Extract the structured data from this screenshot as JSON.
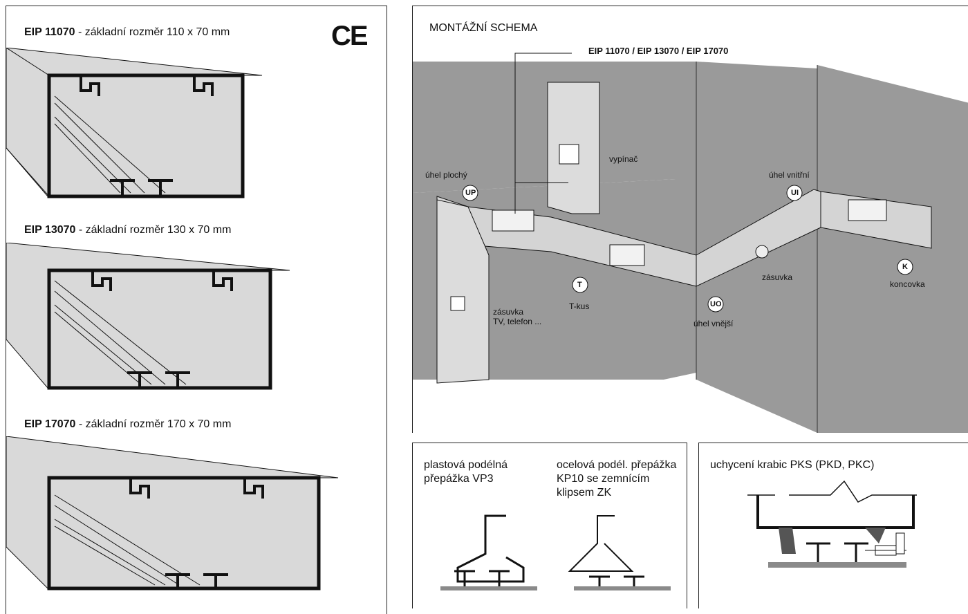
{
  "ce_mark": "CE",
  "profiles": [
    {
      "code": "EIP 11070",
      "desc": " - základní rozměr 110 x 70 mm"
    },
    {
      "code": "EIP 13070",
      "desc": " - základní rozměr 130 x 70 mm"
    },
    {
      "code": "EIP 17070",
      "desc": " - základní rozměr 170 x 70 mm"
    }
  ],
  "schema": {
    "title": "MONTÁŽNÍ SCHEMA",
    "models": "EIP 11070 / EIP 13070 / EIP 17070",
    "switch_label": "vypínač",
    "flat_angle": {
      "code": "UP",
      "label": "úhel plochý"
    },
    "inner_angle": {
      "code": "UI",
      "label": "úhel vnitřní"
    },
    "outer_angle": {
      "code": "UO",
      "label": "úhel vnější"
    },
    "t_piece": {
      "code": "T",
      "label": "T-kus"
    },
    "end_cap": {
      "code": "K",
      "label": "koncovka"
    },
    "socket_label": "zásuvka",
    "socket_tv_1": "zásuvka",
    "socket_tv_2": "TV, telefon ..."
  },
  "dividers": {
    "plastic_1": "plastová podélná",
    "plastic_2": "přepážka VP3",
    "steel_1": "ocelová podél. přepážka",
    "steel_2": "KP10 se zemnícím",
    "steel_3": "klipsem ZK"
  },
  "mounting": {
    "title": "uchycení krabic PKS (PKD, PKC)"
  }
}
